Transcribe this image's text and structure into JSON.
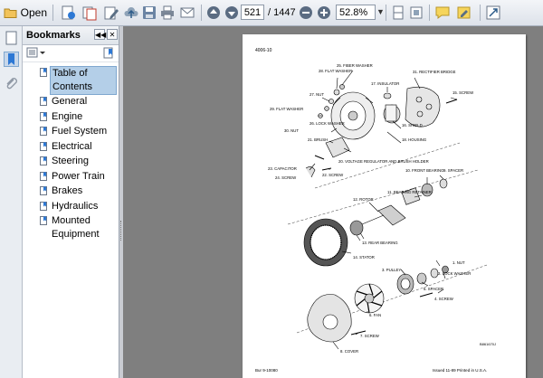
{
  "toolbar": {
    "open_label": "Open",
    "current_page": "521",
    "total_pages": "/ 1447",
    "zoom": "52.8%"
  },
  "bookmarks": {
    "title": "Bookmarks",
    "items": [
      {
        "label": "Table of Contents",
        "selected": true
      },
      {
        "label": "General"
      },
      {
        "label": "Engine"
      },
      {
        "label": "Fuel System"
      },
      {
        "label": "Electrical"
      },
      {
        "label": "Steering"
      },
      {
        "label": "Power Train"
      },
      {
        "label": "Brakes"
      },
      {
        "label": "Hydraulics"
      },
      {
        "label": "Mounted Equipment"
      }
    ]
  },
  "document": {
    "page_number": "4006-10",
    "footer_left": "Bur 9-10080",
    "footer_right": "Issued 11-89    Printed in U.S.A.",
    "figure_code": "B861670J",
    "labels": {
      "l28": "28. FLAT WASHER",
      "l25": "25. FIBER WASHER",
      "l17": "17. INSULATOR",
      "l31": "31. RECTIFIER BRIDGE",
      "l27": "27. NUT",
      "l15": "15. SCREW",
      "l29f": "29. FLAT WASHER",
      "l26": "26. LOCK WASHER",
      "l16": "16. SHIELD",
      "l30": "30. NUT",
      "l18": "18. HOUSING",
      "l21": "21. BRUSH",
      "l20": "20. VOLTAGE REGULATOR AND BRUSH HOLDER",
      "l23": "23. CAPACITOR",
      "l22": "22. SCREW",
      "l24": "24. SCREW",
      "l10": "10. FRONT BEARING",
      "l9": "9. SPACER",
      "l11": "11. BEARING RETAINER",
      "l12": "12. ROTOR",
      "l13": "13. REAR BEARING",
      "l14": "14. STATOR",
      "l1": "1. NUT",
      "l3": "3. PULLEY",
      "l2": "2. LOCK WASHER",
      "l5": "5. SPACER",
      "l4": "4. SCREW",
      "l6": "6. FAN",
      "l7": "7. SCREW",
      "l8": "8. COVER"
    }
  },
  "colors": {
    "selection": "#b4cfe8",
    "doc_background": "#7f7f7f",
    "toolbar": "#e6eaf0"
  }
}
